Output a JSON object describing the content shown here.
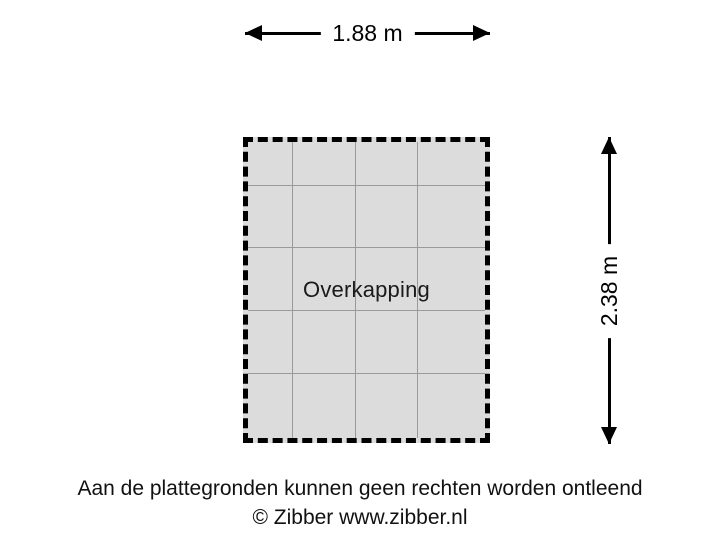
{
  "plan": {
    "room": {
      "label": "Overkapping",
      "fill_color": "#dcdcdc",
      "border_color": "#000000",
      "grid_color": "#9a9a9a"
    },
    "dimensions": {
      "width_label": "1.88 m",
      "height_label": "2.38 m"
    }
  },
  "footer": {
    "disclaimer": "Aan de plattegronden kunnen geen rechten worden ontleend",
    "credit": "© Zibber www.zibber.nl"
  }
}
